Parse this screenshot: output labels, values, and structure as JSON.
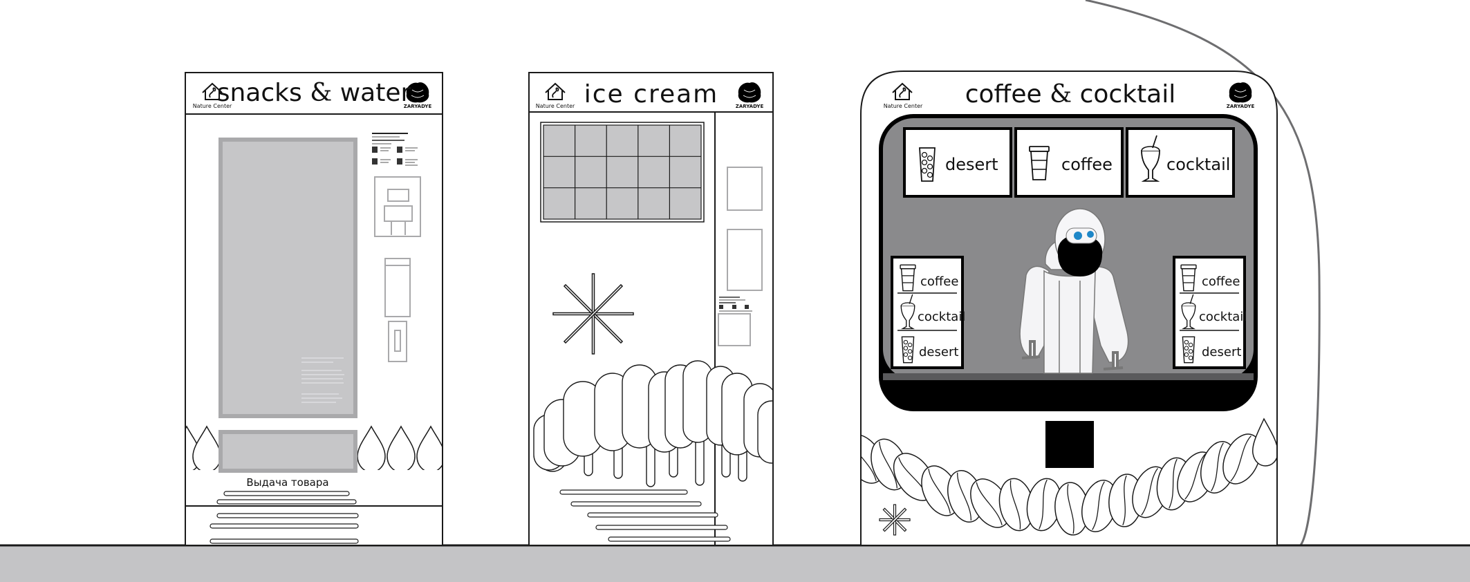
{
  "colors": {
    "background": "#ffffff",
    "outline": "#1a1a1a",
    "floor": "#c4c4c6",
    "panel_light": "#c6c6c8",
    "panel_frame": "#a9a9ab",
    "panel_dark": "#8a8a8c",
    "robot_eye": "#1e87c8",
    "black": "#000000"
  },
  "brand": {
    "nature_center": "Nature Center",
    "zaryadye": "ZARYADYE"
  },
  "machines": {
    "snacks": {
      "title_a": "snacks",
      "amp": "&",
      "title_b": "water",
      "dispense_label": "Выдача товара"
    },
    "icecream": {
      "title": "ice cream"
    },
    "coffee": {
      "title_a": "coffee",
      "amp": "&",
      "title_b": "cocktail",
      "top_menu": [
        "desert",
        "coffee",
        "cocktail"
      ],
      "left_menu": [
        "coffee",
        "cocktail",
        "desert"
      ],
      "right_menu": [
        "coffee",
        "cocktail",
        "desert"
      ]
    }
  },
  "icons": {
    "logo": "nature-center-logo",
    "tree": "zaryadye-tree-icon",
    "desert": "bubble-tea-cup-icon",
    "coffee": "coffee-cup-icon",
    "cocktail": "milkshake-glass-icon",
    "snowflake": "snowflake-icon",
    "robot": "barista-robot"
  }
}
